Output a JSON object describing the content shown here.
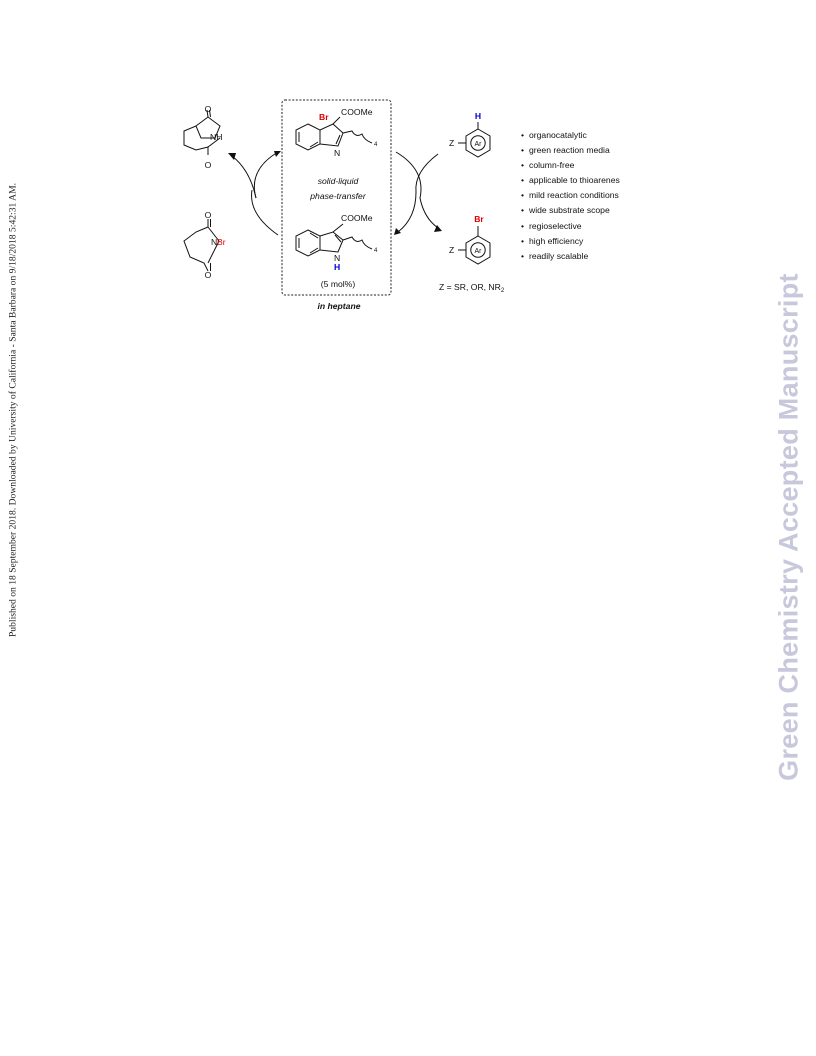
{
  "side_note": "Published on 18 September 2018. Downloaded by University of California - Santa Barbara on 9/18/2018 5:42:31 AM.",
  "watermark": {
    "text": "Green Chemistry Accepted Manuscript",
    "color": "#c8c8dc"
  },
  "scheme": {
    "colors": {
      "bromine": "#e00000",
      "hydrogen": "#0000d0",
      "bond": "#111111"
    },
    "succinimide": {
      "o_top": "O",
      "nh": "NH",
      "o_bottom": "O"
    },
    "nbs": {
      "o_top": "O",
      "n": "N",
      "br": "Br",
      "o_bottom": "O"
    },
    "bromo_indolenine": {
      "br": "Br",
      "ester": "COOMe",
      "n": "N",
      "subscript": "4"
    },
    "phase_transfer": {
      "line1": "solid-liquid",
      "line2": "phase-transfer"
    },
    "indole_catalyst": {
      "ester": "COOMe",
      "nh_n": "N",
      "nh_h": "H",
      "subscript": "4",
      "loading": "(5 mol%)"
    },
    "solvent": "in heptane",
    "arene_start": {
      "h": "H",
      "z": "Z",
      "ring": "Ar"
    },
    "arene_product": {
      "br": "Br",
      "z": "Z",
      "ring": "Ar"
    },
    "z_definition": {
      "text": "Z = SR, OR, NR",
      "subscript": "2"
    }
  },
  "benefits": [
    "organocatalytic",
    "green reaction media",
    "column-free",
    "applicable to thioarenes",
    "mild reaction conditions",
    "wide substrate scope",
    "regioselective",
    "high efficiency",
    "readily scalable"
  ]
}
